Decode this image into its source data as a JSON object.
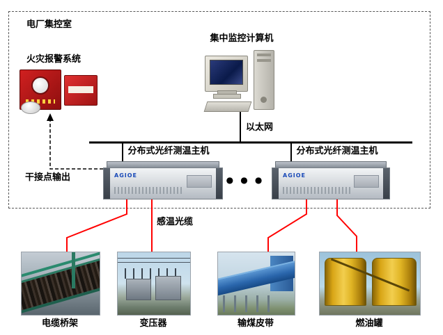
{
  "control_room": {
    "label": "电厂集控室",
    "fire_alarm_label": "火灾报警系统",
    "computer_label": "集中监控计算机",
    "ethernet_label": "以太网",
    "dry_contact_label": "干接点输出",
    "ellipsis": "● ● ●",
    "hosts": [
      {
        "label": "分布式光纤测温主机",
        "brand": "AGIOE"
      },
      {
        "label": "分布式光纤测温主机",
        "brand": "AGIOE"
      }
    ]
  },
  "fiber": {
    "label": "感温光缆",
    "color": "#ff0000"
  },
  "colors": {
    "line_black": "#000000"
  },
  "sites": [
    {
      "label": "电缆桥架"
    },
    {
      "label": "变压器"
    },
    {
      "label": "输煤皮带"
    },
    {
      "label": "燃油罐"
    }
  ]
}
